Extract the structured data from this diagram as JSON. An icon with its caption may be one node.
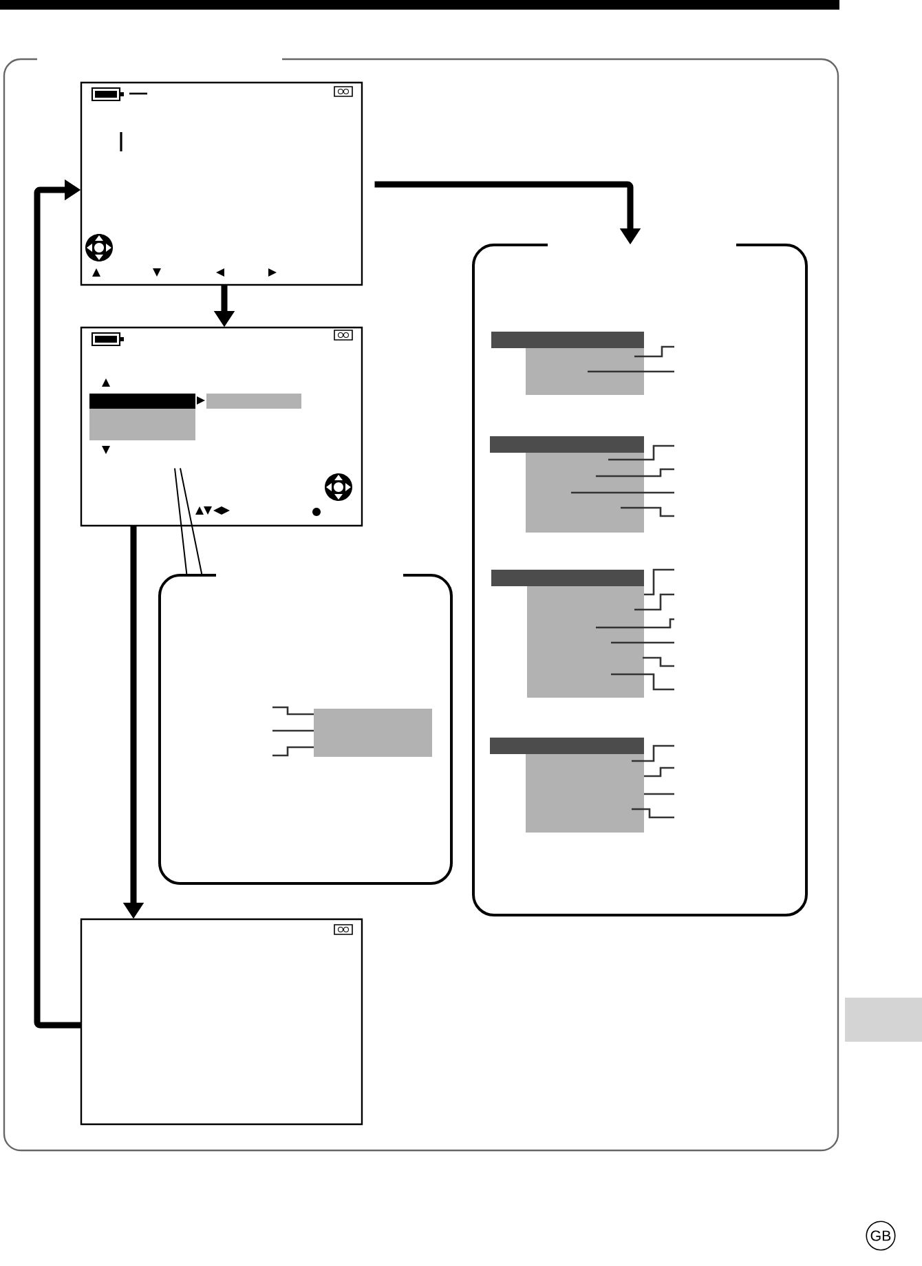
{
  "diagram": {
    "nodes": [
      {
        "text": [],
        "shape": "box"
      },
      {
        "text": [],
        "shape": "box",
        "in": 0
      },
      {
        "text": [],
        "shape": "box",
        "in": 0
      },
      {
        "text": [],
        "shape": "box",
        "in": 0
      },
      {
        "text": [],
        "shape": "box",
        "in": 0
      },
      {
        "text": [],
        "shape": "box",
        "in": 0
      }
    ],
    "edges": [
      {
        "from": 1,
        "to": 2,
        "arrow": "to"
      },
      {
        "from": 1,
        "to": 4,
        "arrow": "to"
      },
      {
        "from": 2,
        "to": 3,
        "arrow": "none"
      },
      {
        "from": 2,
        "to": 5,
        "arrow": "to"
      },
      {
        "from": 5,
        "to": 1,
        "arrow": "to"
      }
    ],
    "labels": [
      "GB"
    ]
  }
}
